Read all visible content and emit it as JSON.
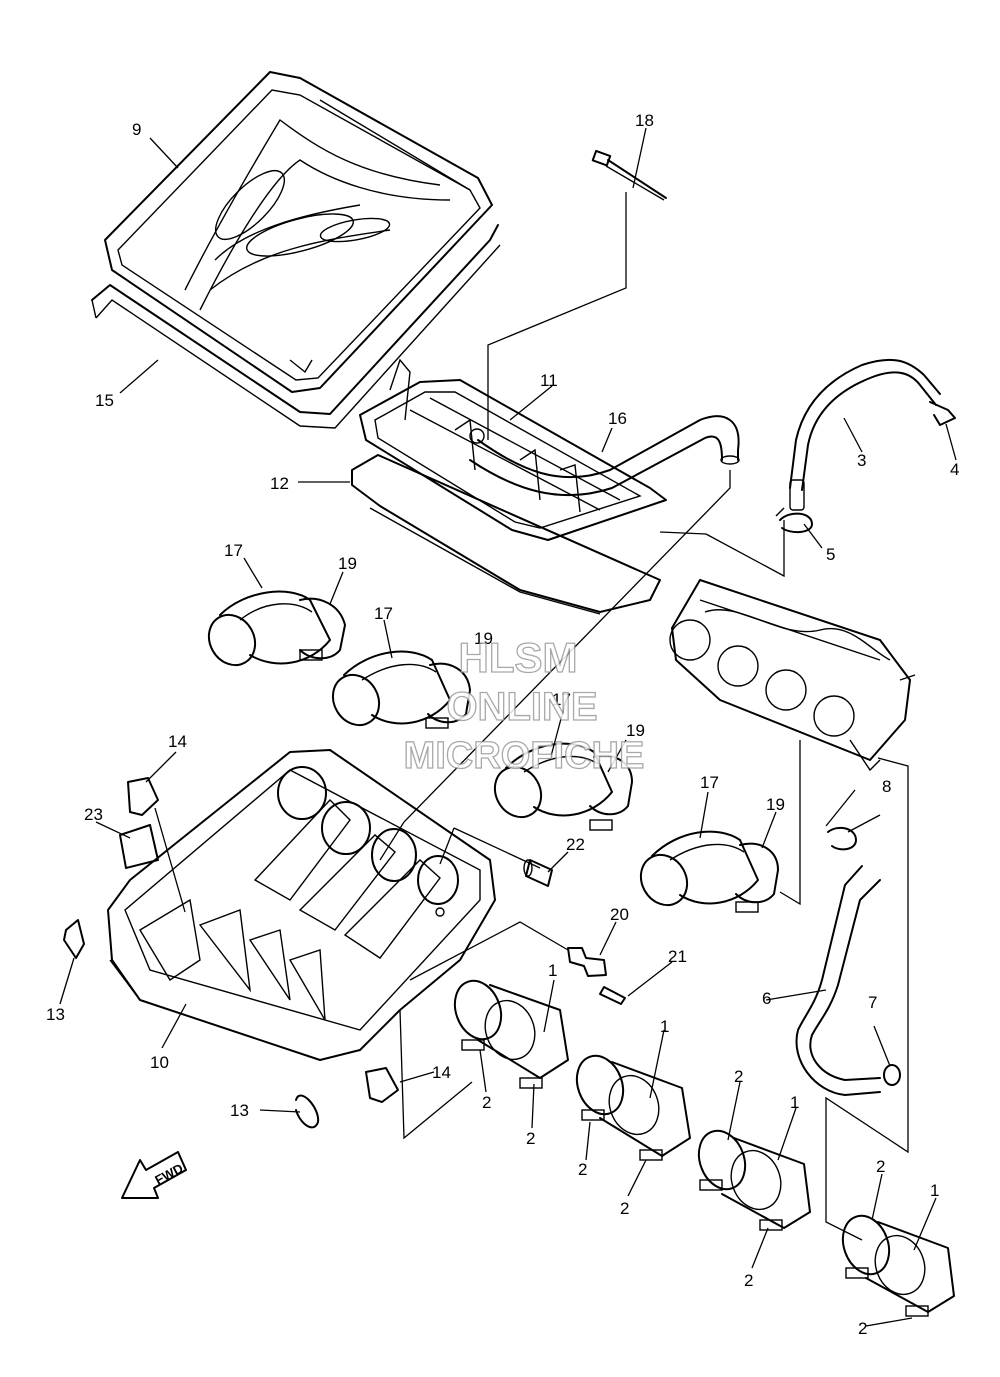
{
  "diagram": {
    "callouts": {
      "c1a": "1",
      "c1b": "1",
      "c1c": "1",
      "c1d": "1",
      "c2a": "2",
      "c2b": "2",
      "c2c": "2",
      "c2d": "2",
      "c2e": "2",
      "c2f": "2",
      "c2g": "2",
      "c2h": "2",
      "c3": "3",
      "c4": "4",
      "c5": "5",
      "c6": "6",
      "c7": "7",
      "c8": "8",
      "c9": "9",
      "c10": "10",
      "c11": "11",
      "c12": "12",
      "c13a": "13",
      "c13b": "13",
      "c14a": "14",
      "c14b": "14",
      "c15": "15",
      "c16": "16",
      "c17a": "17",
      "c17b": "17",
      "c17c": "17",
      "c17d": "17",
      "c18": "18",
      "c19a": "19",
      "c19b": "19",
      "c19c": "19",
      "c19d": "19",
      "c20": "20",
      "c21": "21",
      "c22": "22",
      "c23": "23"
    },
    "direction_badge": "FWD",
    "watermark": [
      "HLSM",
      "ONLINE",
      "MICROFICHE"
    ]
  }
}
